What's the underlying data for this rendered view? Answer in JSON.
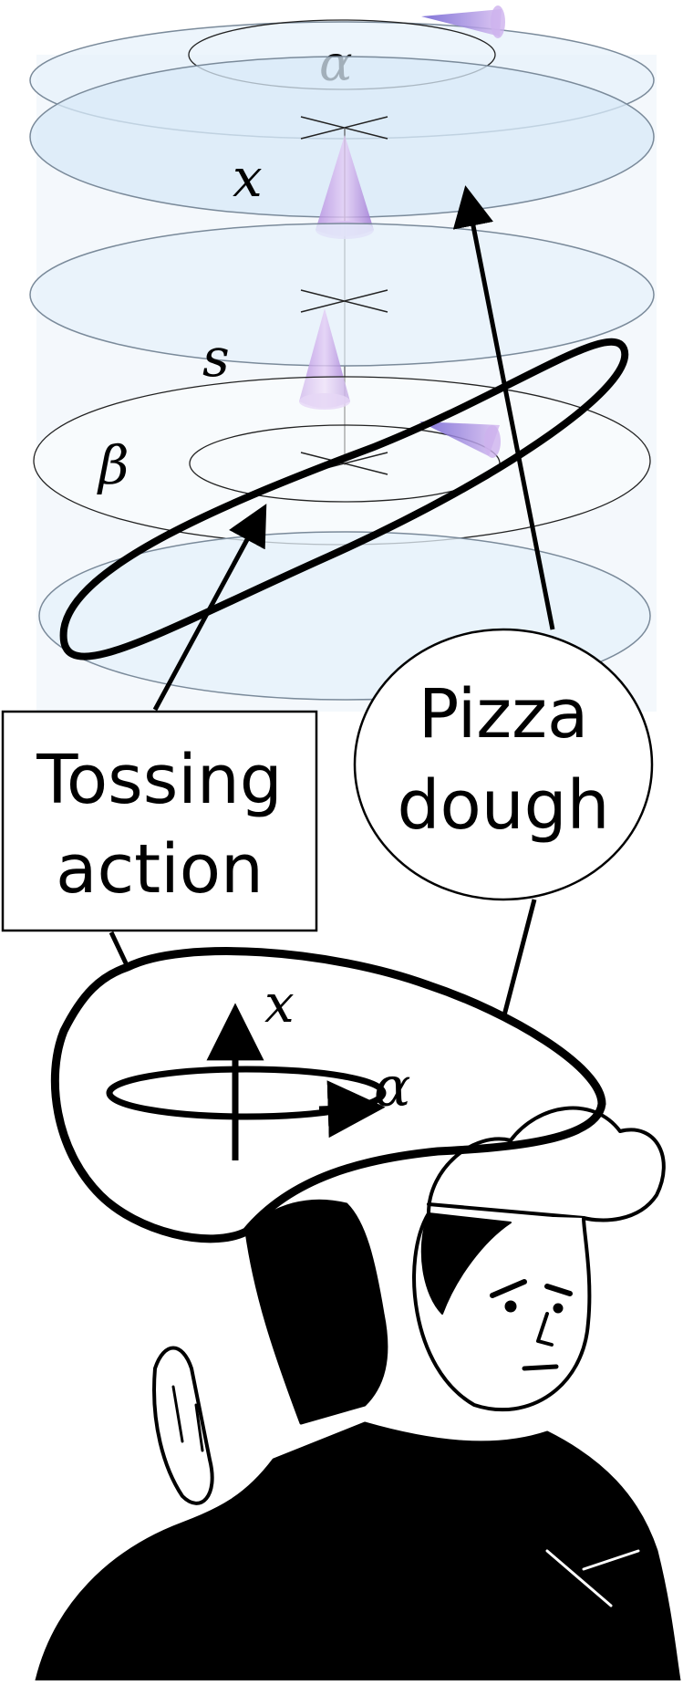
{
  "symbols": {
    "alpha_top": "α",
    "x_top": "x",
    "s_mid": "s",
    "beta_mid": "β",
    "x_chef": "x",
    "alpha_chef": "α"
  },
  "labels": {
    "tossing_line1": "Tossing",
    "tossing_line2": "action",
    "pizza_line1": "Pizza",
    "pizza_line2": "dough"
  },
  "colors": {
    "disc_fill": "#e6f1fb",
    "disc_stroke": "#7a8a9a",
    "cone_fill": "#c9a8e8",
    "ink": "#000000",
    "background": "#ffffff"
  },
  "icons": {
    "cone": "cone-icon",
    "arrow": "arrow-icon",
    "chef": "chef-illustration"
  }
}
